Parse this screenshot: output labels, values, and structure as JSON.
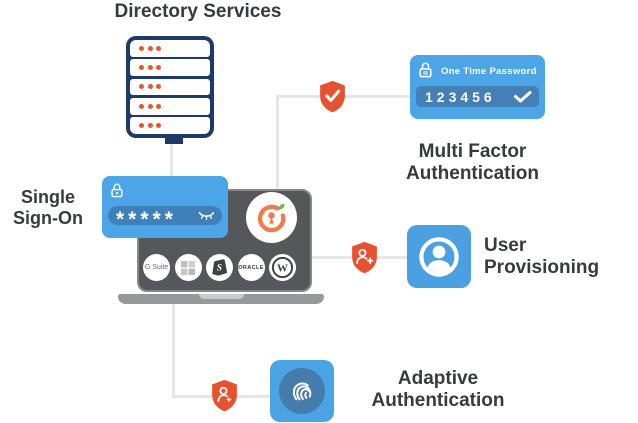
{
  "diagram": {
    "directory": {
      "label": "Directory Services"
    },
    "sso": {
      "line1": "Single",
      "line2": "Sign-On",
      "mask": "*****"
    },
    "otp": {
      "title": "One Time Password",
      "code": "123456"
    },
    "mfa": {
      "line1": "Multi Factor",
      "line2": "Authentication"
    },
    "user": {
      "line1": "User",
      "line2": "Provisioning"
    },
    "adaptive": {
      "line1": "Adaptive",
      "line2": "Authentication"
    },
    "laptop": {
      "center_logo": "miniorange-logo",
      "app_icons": [
        {
          "name": "g-suite",
          "label": "G Suite"
        },
        {
          "name": "microsoft",
          "label": ""
        },
        {
          "name": "shopify",
          "label": "S"
        },
        {
          "name": "oracle",
          "label": "ORACLE"
        },
        {
          "name": "wordpress",
          "label": "W"
        }
      ]
    },
    "badges": [
      {
        "name": "shield-check"
      },
      {
        "name": "shield-user-plus"
      },
      {
        "name": "shield-user-star"
      }
    ],
    "colors": {
      "card_blue": "#4BA5E6",
      "inner_blue": "#4080B8",
      "shield_orange": "#E8512F",
      "server_navy": "#1E3A68",
      "dot_orange": "#E8562E",
      "screen_gray": "#55585A",
      "base_gray": "#96989B",
      "line_gray": "#E6E6E6",
      "text_dark": "#383B3E",
      "logo_orange": "#F07B4B",
      "leaf_green": "#7AB648"
    }
  }
}
